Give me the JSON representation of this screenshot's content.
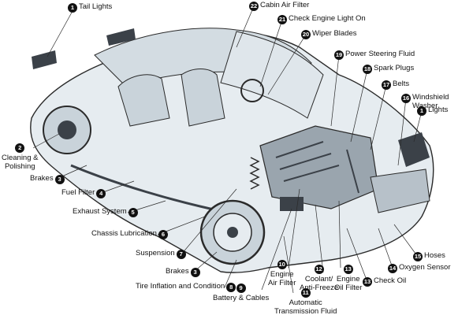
{
  "palette": {
    "ink": "#111111",
    "line": "#2a2a2a",
    "body_fill": "#e6ecf0",
    "body_shade": "#c9d3da",
    "dark_part": "#3b4148"
  },
  "callouts": [
    {
      "number": "1",
      "label": "Tail Lights"
    },
    {
      "number": "2",
      "label": "Cleaning &\nPolishing"
    },
    {
      "number": "3",
      "label": "Brakes"
    },
    {
      "number": "4",
      "label": "Fuel Filter"
    },
    {
      "number": "5",
      "label": "Exhaust System"
    },
    {
      "number": "6",
      "label": "Chassis Lubrication"
    },
    {
      "number": "7",
      "label": "Suspension"
    },
    {
      "number": "3",
      "label": "Brakes"
    },
    {
      "number": "8",
      "label": "Tire Inflation and Condition"
    },
    {
      "number": "9",
      "label": "Battery & Cables"
    },
    {
      "number": "10",
      "label": "Engine\nAir Filter"
    },
    {
      "number": "11",
      "label": "Automatic\nTransmission Fluid"
    },
    {
      "number": "12",
      "label": "Coolant/\nAnti-Freeze"
    },
    {
      "number": "13",
      "label": "Engine\nOil Filter"
    },
    {
      "number": "13",
      "label": "Check Oil"
    },
    {
      "number": "14",
      "label": "Oxygen Sensor"
    },
    {
      "number": "15",
      "label": "Hoses"
    },
    {
      "number": "1",
      "label": "Lights"
    },
    {
      "number": "16",
      "label": "Windshield Washer"
    },
    {
      "number": "17",
      "label": "Belts"
    },
    {
      "number": "18",
      "label": "Spark Plugs"
    },
    {
      "number": "19",
      "label": "Power Steering Fluid"
    },
    {
      "number": "20",
      "label": "Wiper Blades"
    },
    {
      "number": "21",
      "label": "Check Engine Light On"
    },
    {
      "number": "22",
      "label": "Cabin Air Filter"
    }
  ]
}
